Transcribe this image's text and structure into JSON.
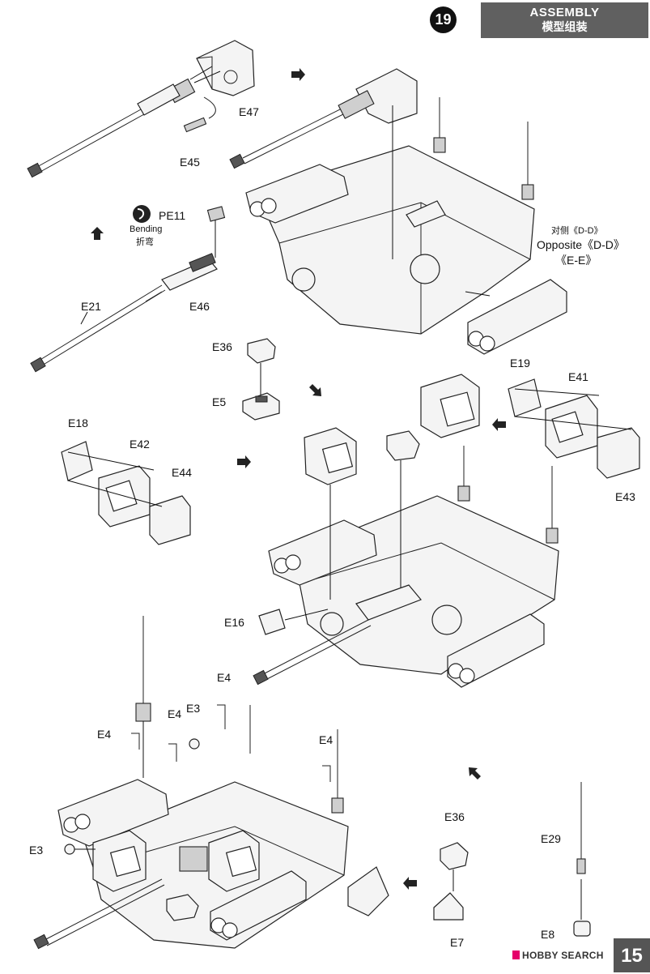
{
  "header": {
    "step_number": "19",
    "title_en": "ASSEMBLY",
    "title_zh": "模型组装"
  },
  "notes": {
    "bending_icon": "bending-icon",
    "bending_en": "Bending",
    "bending_zh": "折弯",
    "opposite_zh": "对侧《D-D》",
    "opposite_en": "Opposite《D-D》",
    "opposite_ee": "《E-E》"
  },
  "part_labels": {
    "e47": "E47",
    "e45": "E45",
    "pe11": "PE11",
    "e21": "E21",
    "e46": "E46",
    "e36_a": "E36",
    "e5": "E5",
    "e19": "E19",
    "e41": "E41",
    "e43": "E43",
    "e18": "E18",
    "e42": "E42",
    "e44": "E44",
    "e16": "E16",
    "e4_a": "E4",
    "e4_b": "E4",
    "e4_c": "E4",
    "e4_d": "E4",
    "e3_a": "E3",
    "e3_b": "E3",
    "e36_b": "E36",
    "e7": "E7",
    "e29": "E29",
    "e8": "E8"
  },
  "footer": {
    "page_number": "15",
    "watermark": "HOBBY SEARCH"
  },
  "colors": {
    "header_bg": "#606060",
    "step_badge": "#111111",
    "line": "#222222",
    "fill": "#f3f3f3"
  }
}
